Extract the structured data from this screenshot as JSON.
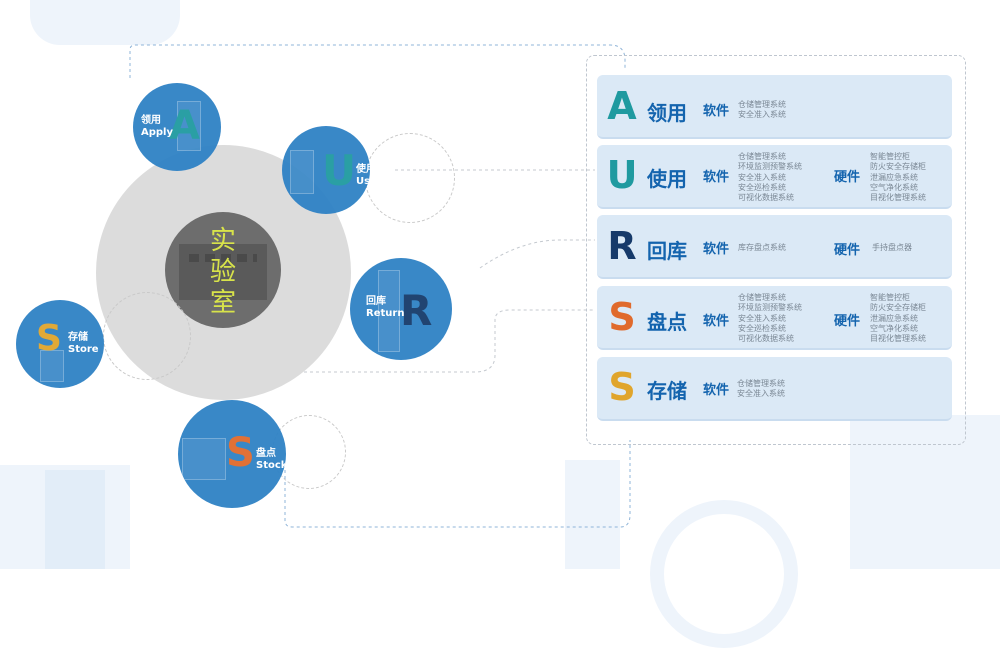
{
  "center": {
    "label_lines": [
      "实",
      "验",
      "室"
    ]
  },
  "nodes": [
    {
      "id": "apply",
      "zh": "领用",
      "en": "Apply",
      "letter": "A"
    },
    {
      "id": "use",
      "zh": "使用",
      "en": "Use",
      "letter": "U"
    },
    {
      "id": "return",
      "zh": "回库",
      "en": "Return",
      "letter": "R"
    },
    {
      "id": "store",
      "zh": "存储",
      "en": "Store",
      "letter": "S"
    },
    {
      "id": "stocktaking",
      "zh": "盘点",
      "en": "Stocktaking",
      "letter": "S"
    }
  ],
  "rows": [
    {
      "letter": "A",
      "title": "领用",
      "software_label": "软件",
      "software": [
        "仓储管理系统",
        "安全准入系统"
      ],
      "hardware_label": "",
      "hardware": []
    },
    {
      "letter": "U",
      "title": "使用",
      "software_label": "软件",
      "software": [
        "仓储管理系统",
        "环境监测预警系统",
        "安全准入系统",
        "安全巡检系统",
        "可视化数据系统"
      ],
      "hardware_label": "硬件",
      "hardware": [
        "智能管控柜",
        "防火安全存储柜",
        "泄漏应急系统",
        "空气净化系统",
        "目视化管理系统"
      ]
    },
    {
      "letter": "R",
      "title": "回库",
      "software_label": "软件",
      "software": [
        "库存盘点系统"
      ],
      "hardware_label": "硬件",
      "hardware": [
        "手持盘点器"
      ]
    },
    {
      "letter": "S",
      "title": "盘点",
      "software_label": "软件",
      "software": [
        "仓储管理系统",
        "环境监测预警系统",
        "安全准入系统",
        "安全巡检系统",
        "可视化数据系统"
      ],
      "hardware_label": "硬件",
      "hardware": [
        "智能管控柜",
        "防火安全存储柜",
        "泄漏应急系统",
        "空气净化系统",
        "目视化管理系统"
      ]
    },
    {
      "letter": "S",
      "title": "存储",
      "software_label": "软件",
      "software": [
        "仓储管理系统",
        "安全准入系统"
      ],
      "hardware_label": "",
      "hardware": []
    }
  ],
  "colors": {
    "primary": "#1464ae",
    "node": "#2f82c5",
    "row_bg": "#dbe9f6",
    "center": "#dcdcdc",
    "lab": "#6d6d6d",
    "lab_text": "#d8e34a",
    "letter_teal": "#1f9aa0",
    "letter_orange": "#e06a2c"
  }
}
